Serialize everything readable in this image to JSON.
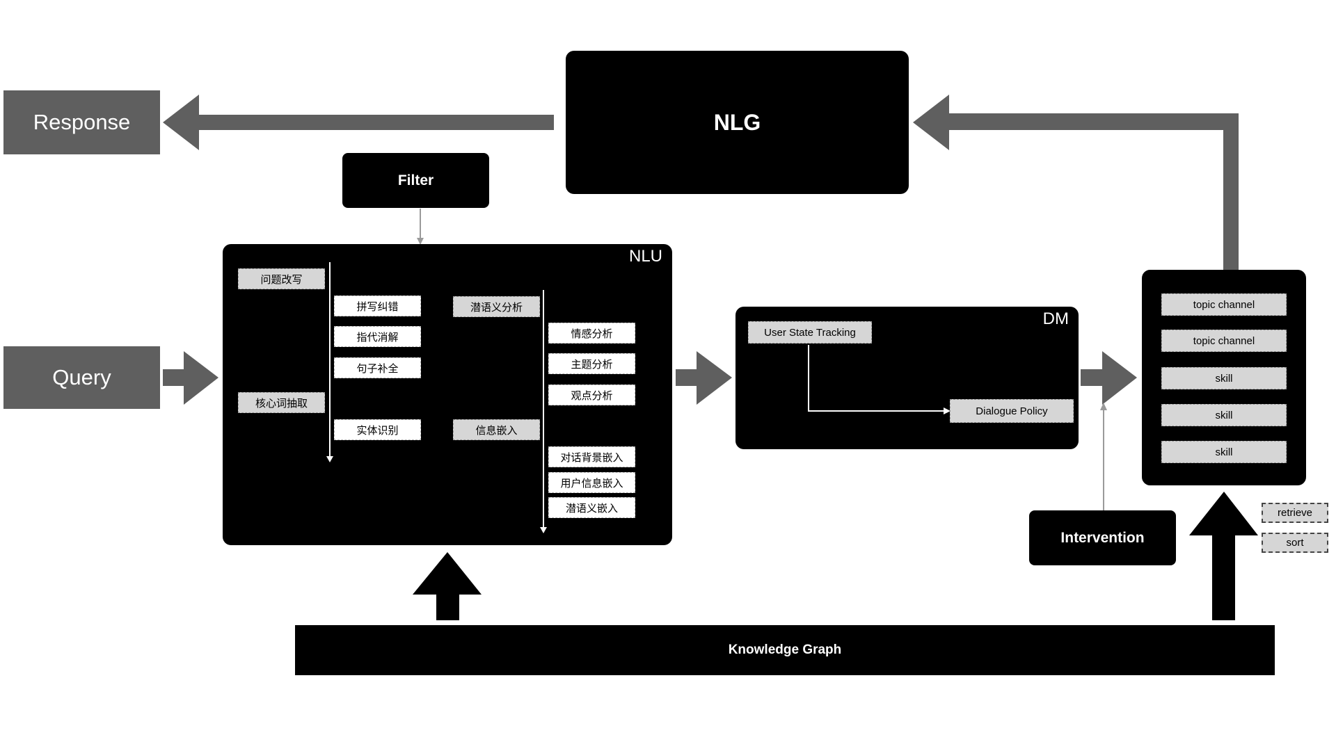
{
  "colors": {
    "arrow": "#5f5f5f",
    "box": "#000000",
    "tag": "#d6d6d6",
    "thin_arrow": "#9a9a9a"
  },
  "response": {
    "label": "Response"
  },
  "query": {
    "label": "Query"
  },
  "nlg": {
    "label": "NLG"
  },
  "filter": {
    "label": "Filter"
  },
  "nlu": {
    "title": "NLU",
    "col1": [
      "问题改写",
      "核心词抽取"
    ],
    "col2": [
      "拼写纠错",
      "指代消解",
      "句子补全",
      "实体识别"
    ],
    "col3": [
      "潜语义分析",
      "信息嵌入"
    ],
    "col4": [
      "情感分析",
      "主题分析",
      "观点分析",
      "对话背景嵌入",
      "用户信息嵌入",
      "潜语义嵌入"
    ]
  },
  "dm": {
    "title": "DM",
    "tracking": "User State Tracking",
    "policy": "Dialogue Policy"
  },
  "skills": {
    "items": [
      "topic channel",
      "topic channel",
      "skill",
      "skill",
      "skill"
    ]
  },
  "intervention": {
    "label": "Intervention"
  },
  "retrieve": {
    "label": "retrieve"
  },
  "sort": {
    "label": "sort"
  },
  "kg": {
    "label": "Knowledge Graph"
  }
}
